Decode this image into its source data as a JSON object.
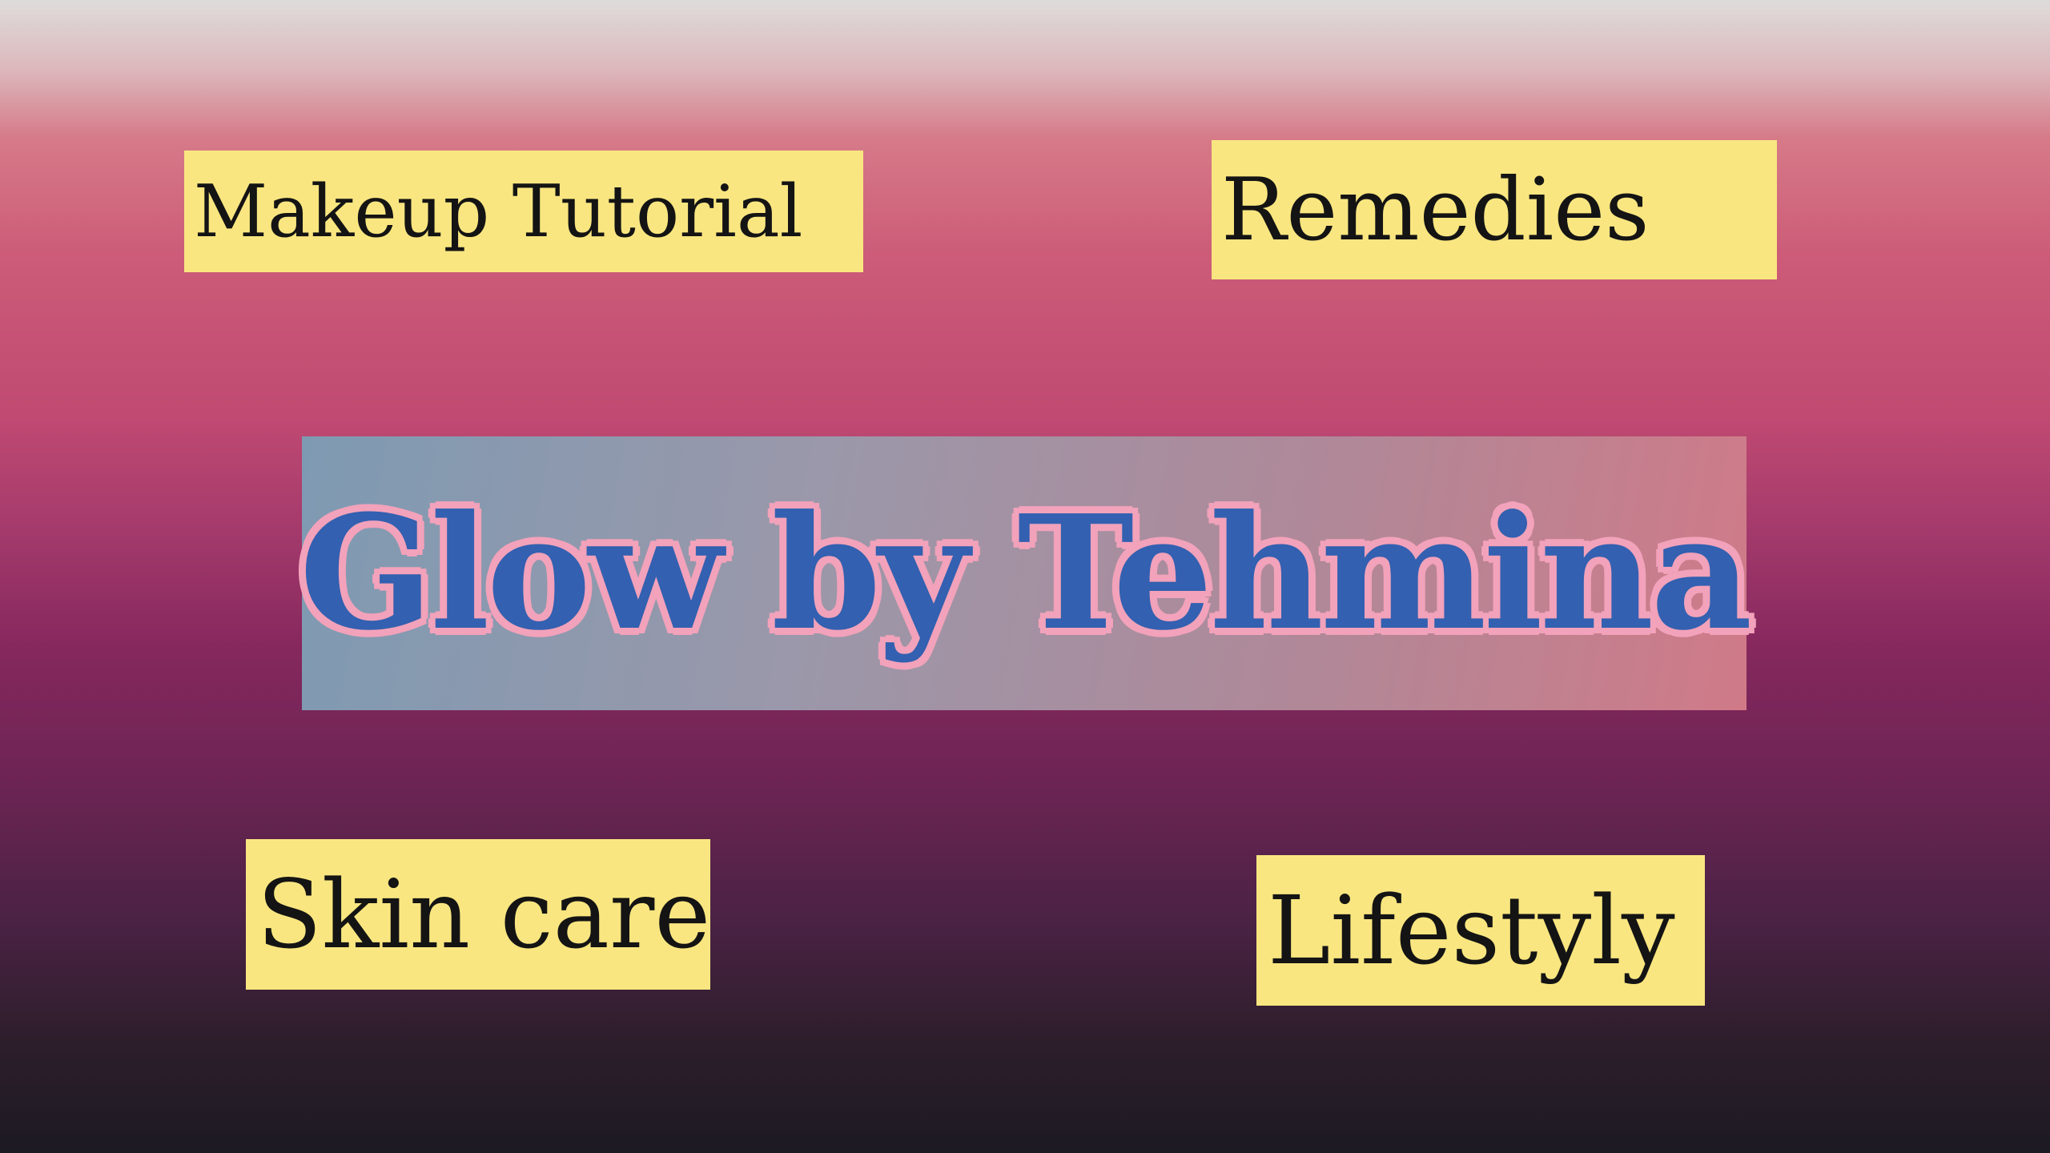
{
  "title": "Glow by Tehmina",
  "tags": [
    "Makeup Tutorial",
    "Remedies",
    "Skin care",
    "Lifestyly"
  ],
  "colors": {
    "tag_bg": "#f9e680",
    "title_fill": "#3360b0",
    "title_outline": "#f2a2ba"
  }
}
